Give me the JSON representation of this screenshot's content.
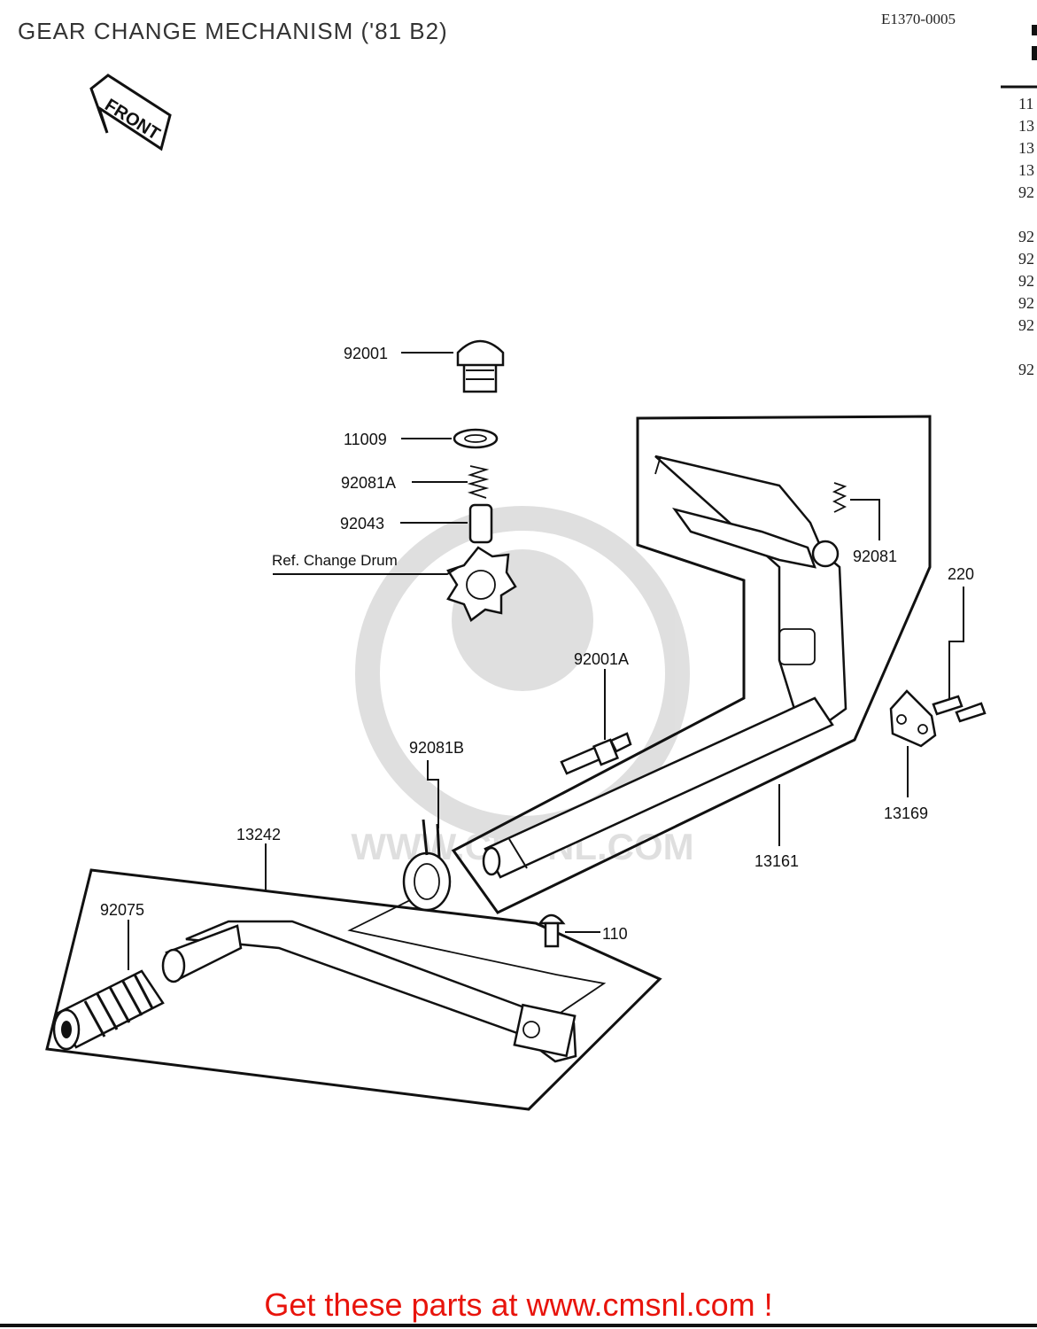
{
  "header": {
    "title": "GEAR CHANGE MECHANISM ('81 B2)",
    "code": "E1370-0005"
  },
  "front_label": "FRONT",
  "watermark": "WWW.CMSNL.COM",
  "reference_label": "Ref. Change Drum",
  "callouts": [
    "92001",
    "11009",
    "92081A",
    "92043",
    "92081",
    "220",
    "92001A",
    "92081B",
    "13169",
    "13161",
    "13242",
    "92075",
    "110"
  ],
  "parts_index_fragments": [
    "11",
    "13",
    "13",
    "13",
    "92",
    "92",
    "92",
    "92",
    "92",
    "92",
    "92"
  ],
  "footer": "Get these parts at www.cmsnl.com !"
}
